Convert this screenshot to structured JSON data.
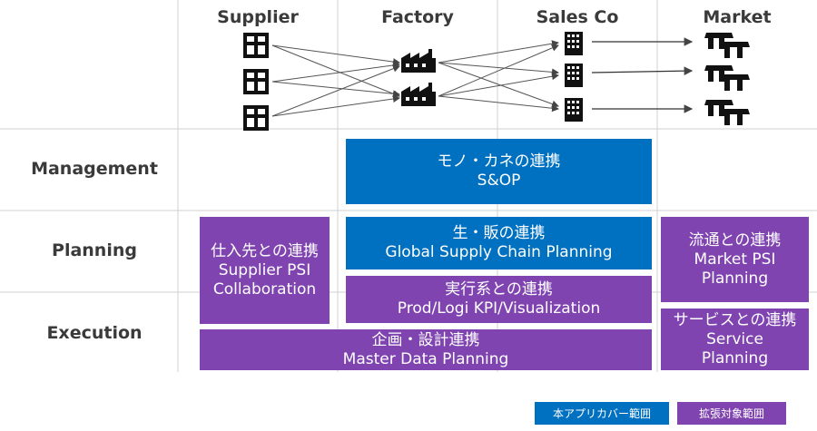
{
  "columns": [
    "Supplier",
    "Factory",
    "Sales Co",
    "Market"
  ],
  "rows": [
    "Management",
    "Planning",
    "Execution"
  ],
  "boxes": {
    "sop": {
      "jp": "モノ・カネの連携",
      "en": "S&OP"
    },
    "gscp": {
      "jp": "生・販の連携",
      "en": "Global Supply Chain Planning"
    },
    "supplier_psi": {
      "jp": "仕入先との連携",
      "en1": "Supplier PSI",
      "en2": "Collaboration"
    },
    "market_psi": {
      "jp": "流通との連携",
      "en1": "Market PSI",
      "en2": "Planning"
    },
    "kpi": {
      "jp": "実行系との連携",
      "en": "Prod/Logi KPI/Visualization"
    },
    "service": {
      "jp": "サービスとの連携",
      "en1": "Service",
      "en2": "Planning"
    },
    "master_data": {
      "jp": "企画・設計連携",
      "en": "Master Data Planning"
    }
  },
  "legend": {
    "in_scope": "本アプリカバー範囲",
    "extended": "拡張対象範囲"
  },
  "colors": {
    "in_scope": "#0070c0",
    "extended": "#7f44b0",
    "grid": "#d0d0d0",
    "text": "#3a3a3a"
  },
  "icons": {
    "supplier": "office-building-icon",
    "factory": "factory-icon",
    "sales": "tall-building-icon",
    "market": "shops-icon"
  }
}
